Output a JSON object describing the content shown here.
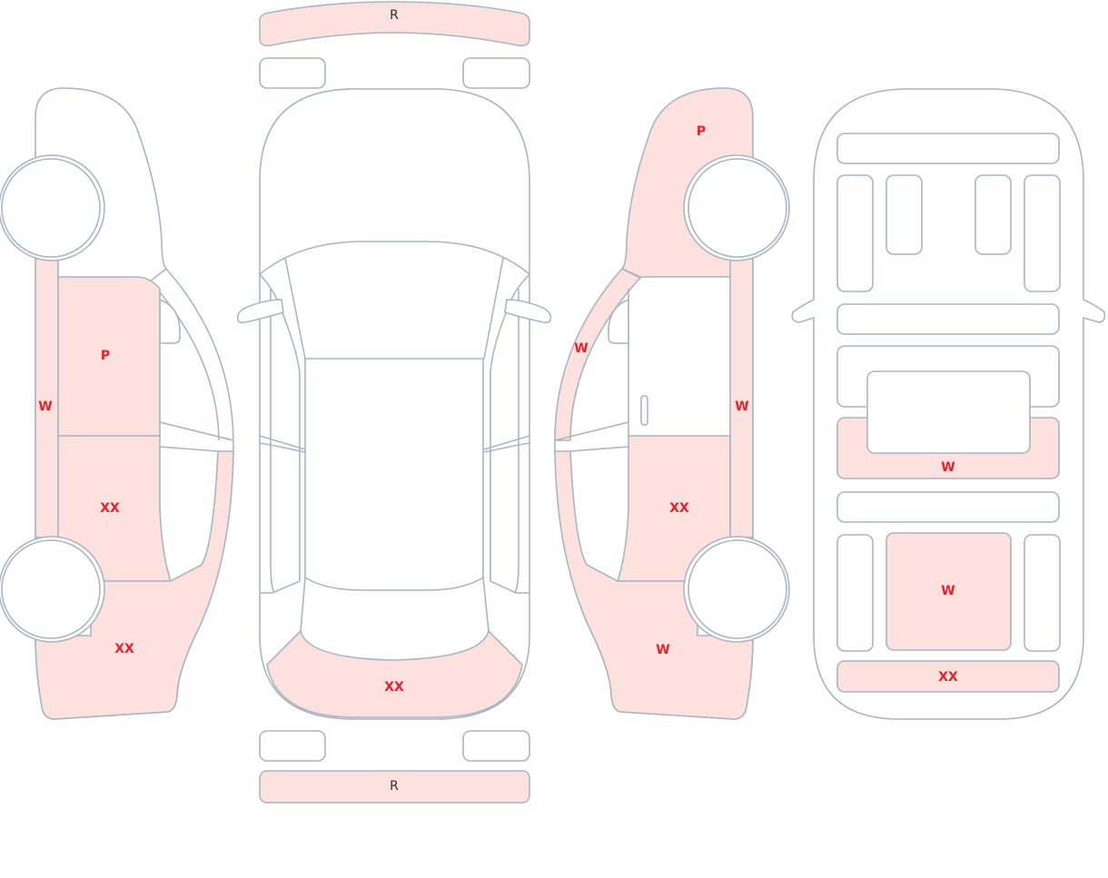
{
  "colors": {
    "damage_fill": "#fde1de",
    "outline": "#a9b4c5",
    "label": "#e8202a"
  },
  "top_view": {
    "rear_bumper_label": "R",
    "front_bumper_label": "R",
    "front_label": "XX"
  },
  "left_side": {
    "sill_label": "W",
    "front_door_label": "P",
    "rear_door_label": "XX",
    "quarter_label": "XX"
  },
  "right_side": {
    "fender_label": "P",
    "pillar_label": "W",
    "sill_label": "W",
    "rear_door_label": "XX",
    "quarter_label": "W"
  },
  "interior": {
    "middle_label": "W",
    "center_label": "W",
    "rear_label": "XX"
  }
}
